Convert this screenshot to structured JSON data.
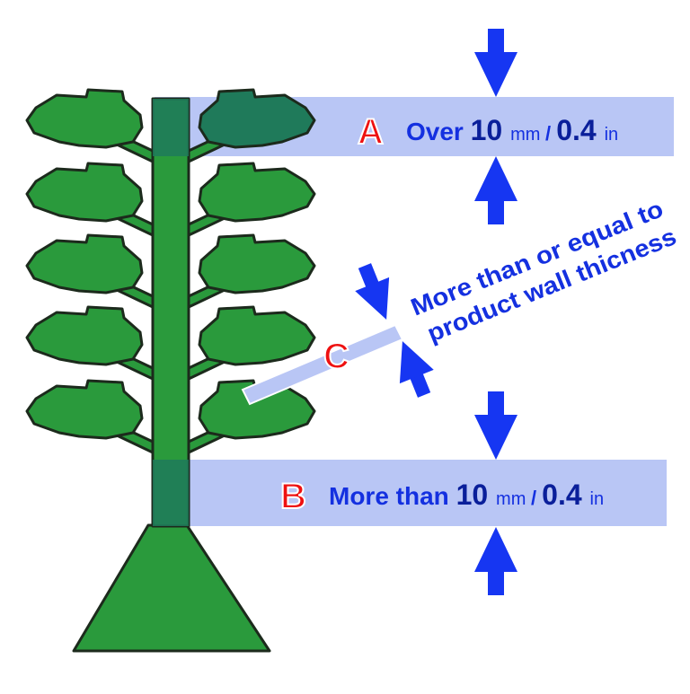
{
  "colors": {
    "tree_fill": "#2a9a3c",
    "tree_dark": "#1f7a5a",
    "outline": "#1c2a1c",
    "band": "#b9c6f5",
    "arrow": "#1636f2",
    "text_blue": "#1430e0",
    "letter_red": "#ee1111"
  },
  "dimension_a": {
    "letter": "A",
    "prefix": "Over",
    "value_mm": "10",
    "unit_mm": "mm",
    "separator": "/",
    "value_in": "0.4",
    "unit_in": "in"
  },
  "dimension_b": {
    "letter": "B",
    "prefix": "More than",
    "value_mm": "10",
    "unit_mm": "mm",
    "separator": "/",
    "value_in": "0.4",
    "unit_in": "in"
  },
  "dimension_c": {
    "letter": "C",
    "line1": "More than or equal to",
    "line2": "product wall thicness"
  },
  "icons": [
    "down-arrow-icon",
    "up-arrow-icon"
  ]
}
